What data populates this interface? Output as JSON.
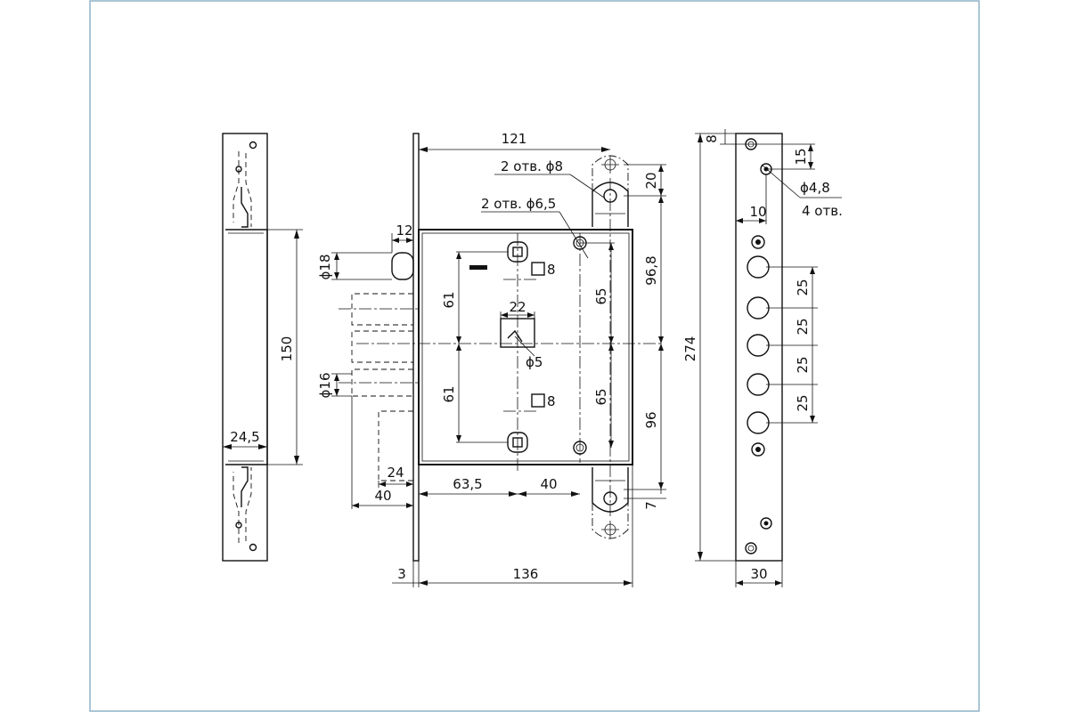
{
  "colors": {
    "border": "#8fb3c9",
    "line": "#111111",
    "background": "#ffffff"
  },
  "dimensions": {
    "d121": "121",
    "holes8": "2 отв. ϕ8",
    "holes65": "2 отв. ϕ6,5",
    "d20": "20",
    "d12": "12",
    "d18": "ϕ18",
    "sq8_top": "8",
    "d61_top": "61",
    "d65_top": "65",
    "d968": "96,8",
    "d22": "22",
    "d5": "ϕ5",
    "d61_bot": "61",
    "d65_bot": "65",
    "d96": "96",
    "sq8_bot": "8",
    "d16": "ϕ16",
    "d24": "24",
    "d40_left": "40",
    "d635": "63,5",
    "d40_mid": "40",
    "d7": "7",
    "d3": "3",
    "d136": "136",
    "d150": "150",
    "d245": "24,5",
    "d274": "274",
    "d8": "8",
    "d15": "15",
    "d48": "ϕ4,8",
    "holes4": "4 отв.",
    "d10": "10",
    "d25a": "25",
    "d25b": "25",
    "d25c": "25",
    "d25d": "25",
    "d30": "30"
  }
}
